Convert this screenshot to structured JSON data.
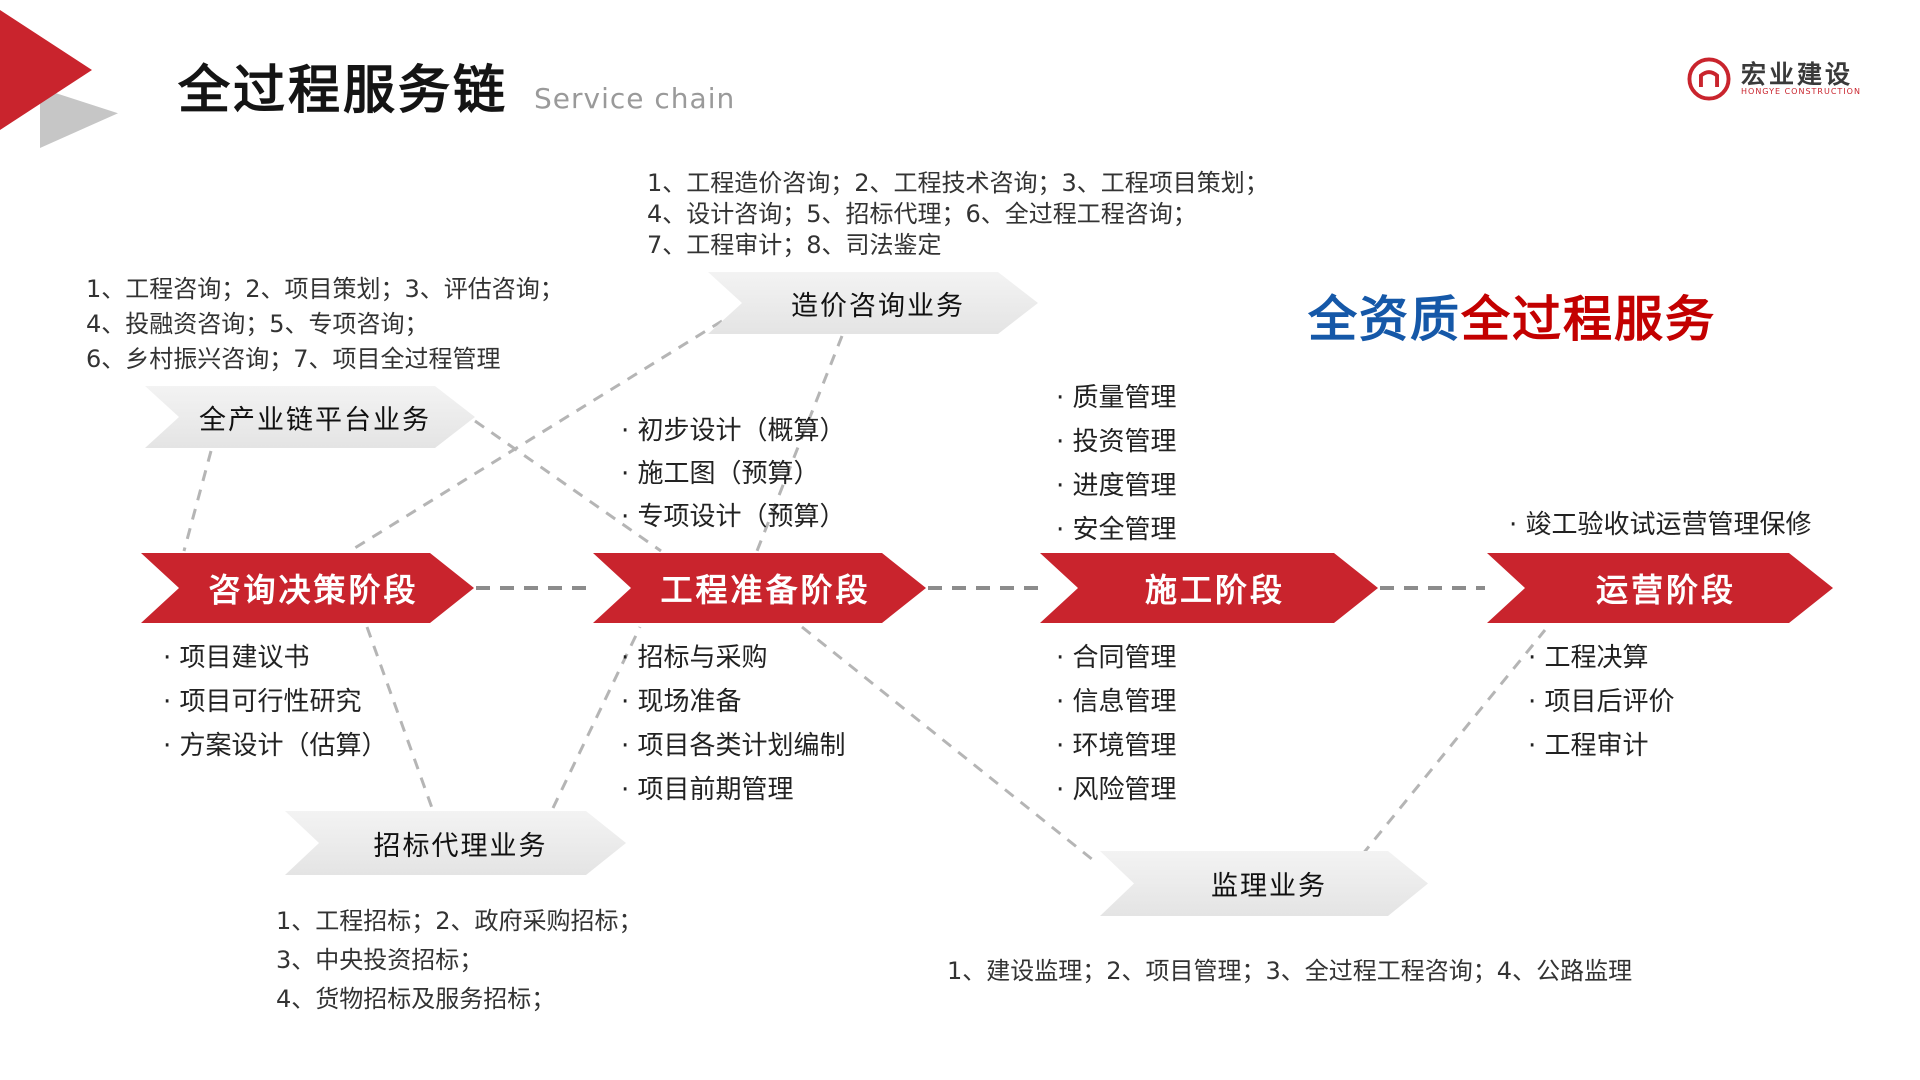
{
  "header": {
    "title": "全过程服务链",
    "subtitle": "Service chain",
    "logo_name": "宏业建设",
    "logo_sub": "HONGYE CONSTRUCTION"
  },
  "headline": {
    "blue": "全资质",
    "red": "全过程服务"
  },
  "stages": [
    {
      "label": "咨询决策阶段",
      "below": [
        "· 项目建议书",
        "· 项目可行性研究",
        "· 方案设计（估算）"
      ]
    },
    {
      "label": "工程准备阶段",
      "above": [
        "· 初步设计（概算）",
        "· 施工图（预算）",
        "· 专项设计（预算）"
      ],
      "below": [
        "· 招标与采购",
        "· 现场准备",
        "· 项目各类计划编制",
        "· 项目前期管理"
      ]
    },
    {
      "label": "施工阶段",
      "above": [
        "· 质量管理",
        "· 投资管理",
        "· 进度管理",
        "· 安全管理"
      ],
      "below": [
        "· 合同管理",
        "· 信息管理",
        "· 环境管理",
        "· 风险管理"
      ]
    },
    {
      "label": "运营阶段",
      "above": [
        "· 竣工验收试运营管理保修"
      ],
      "below": [
        "· 工程决算",
        "· 项目后评价",
        "· 工程审计"
      ]
    }
  ],
  "businesses": [
    {
      "label": "全产业链平台业务",
      "desc": [
        "1、工程咨询；2、项目策划；3、评估咨询；",
        "4、投融资咨询；5、专项咨询；",
        "6、乡村振兴咨询；7、项目全过程管理"
      ]
    },
    {
      "label": "造价咨询业务",
      "desc": [
        "1、工程造价咨询；2、工程技术咨询；3、工程项目策划；",
        "4、设计咨询；5、招标代理；6、全过程工程咨询；",
        "7、工程审计；8、司法鉴定"
      ]
    },
    {
      "label": "招标代理业务",
      "desc": [
        "1、工程招标；2、政府采购招标；",
        "3、中央投资招标；",
        "4、货物招标及服务招标；"
      ]
    },
    {
      "label": "监理业务",
      "desc": [
        "1、建设监理；2、项目管理；3、全过程工程咨询；4、公路监理"
      ]
    }
  ],
  "colors": {
    "stage_red": "#C9242D",
    "headline_blue": "#1558A8",
    "headline_red": "#C30000",
    "arrow_gray": "#ECECEC"
  }
}
